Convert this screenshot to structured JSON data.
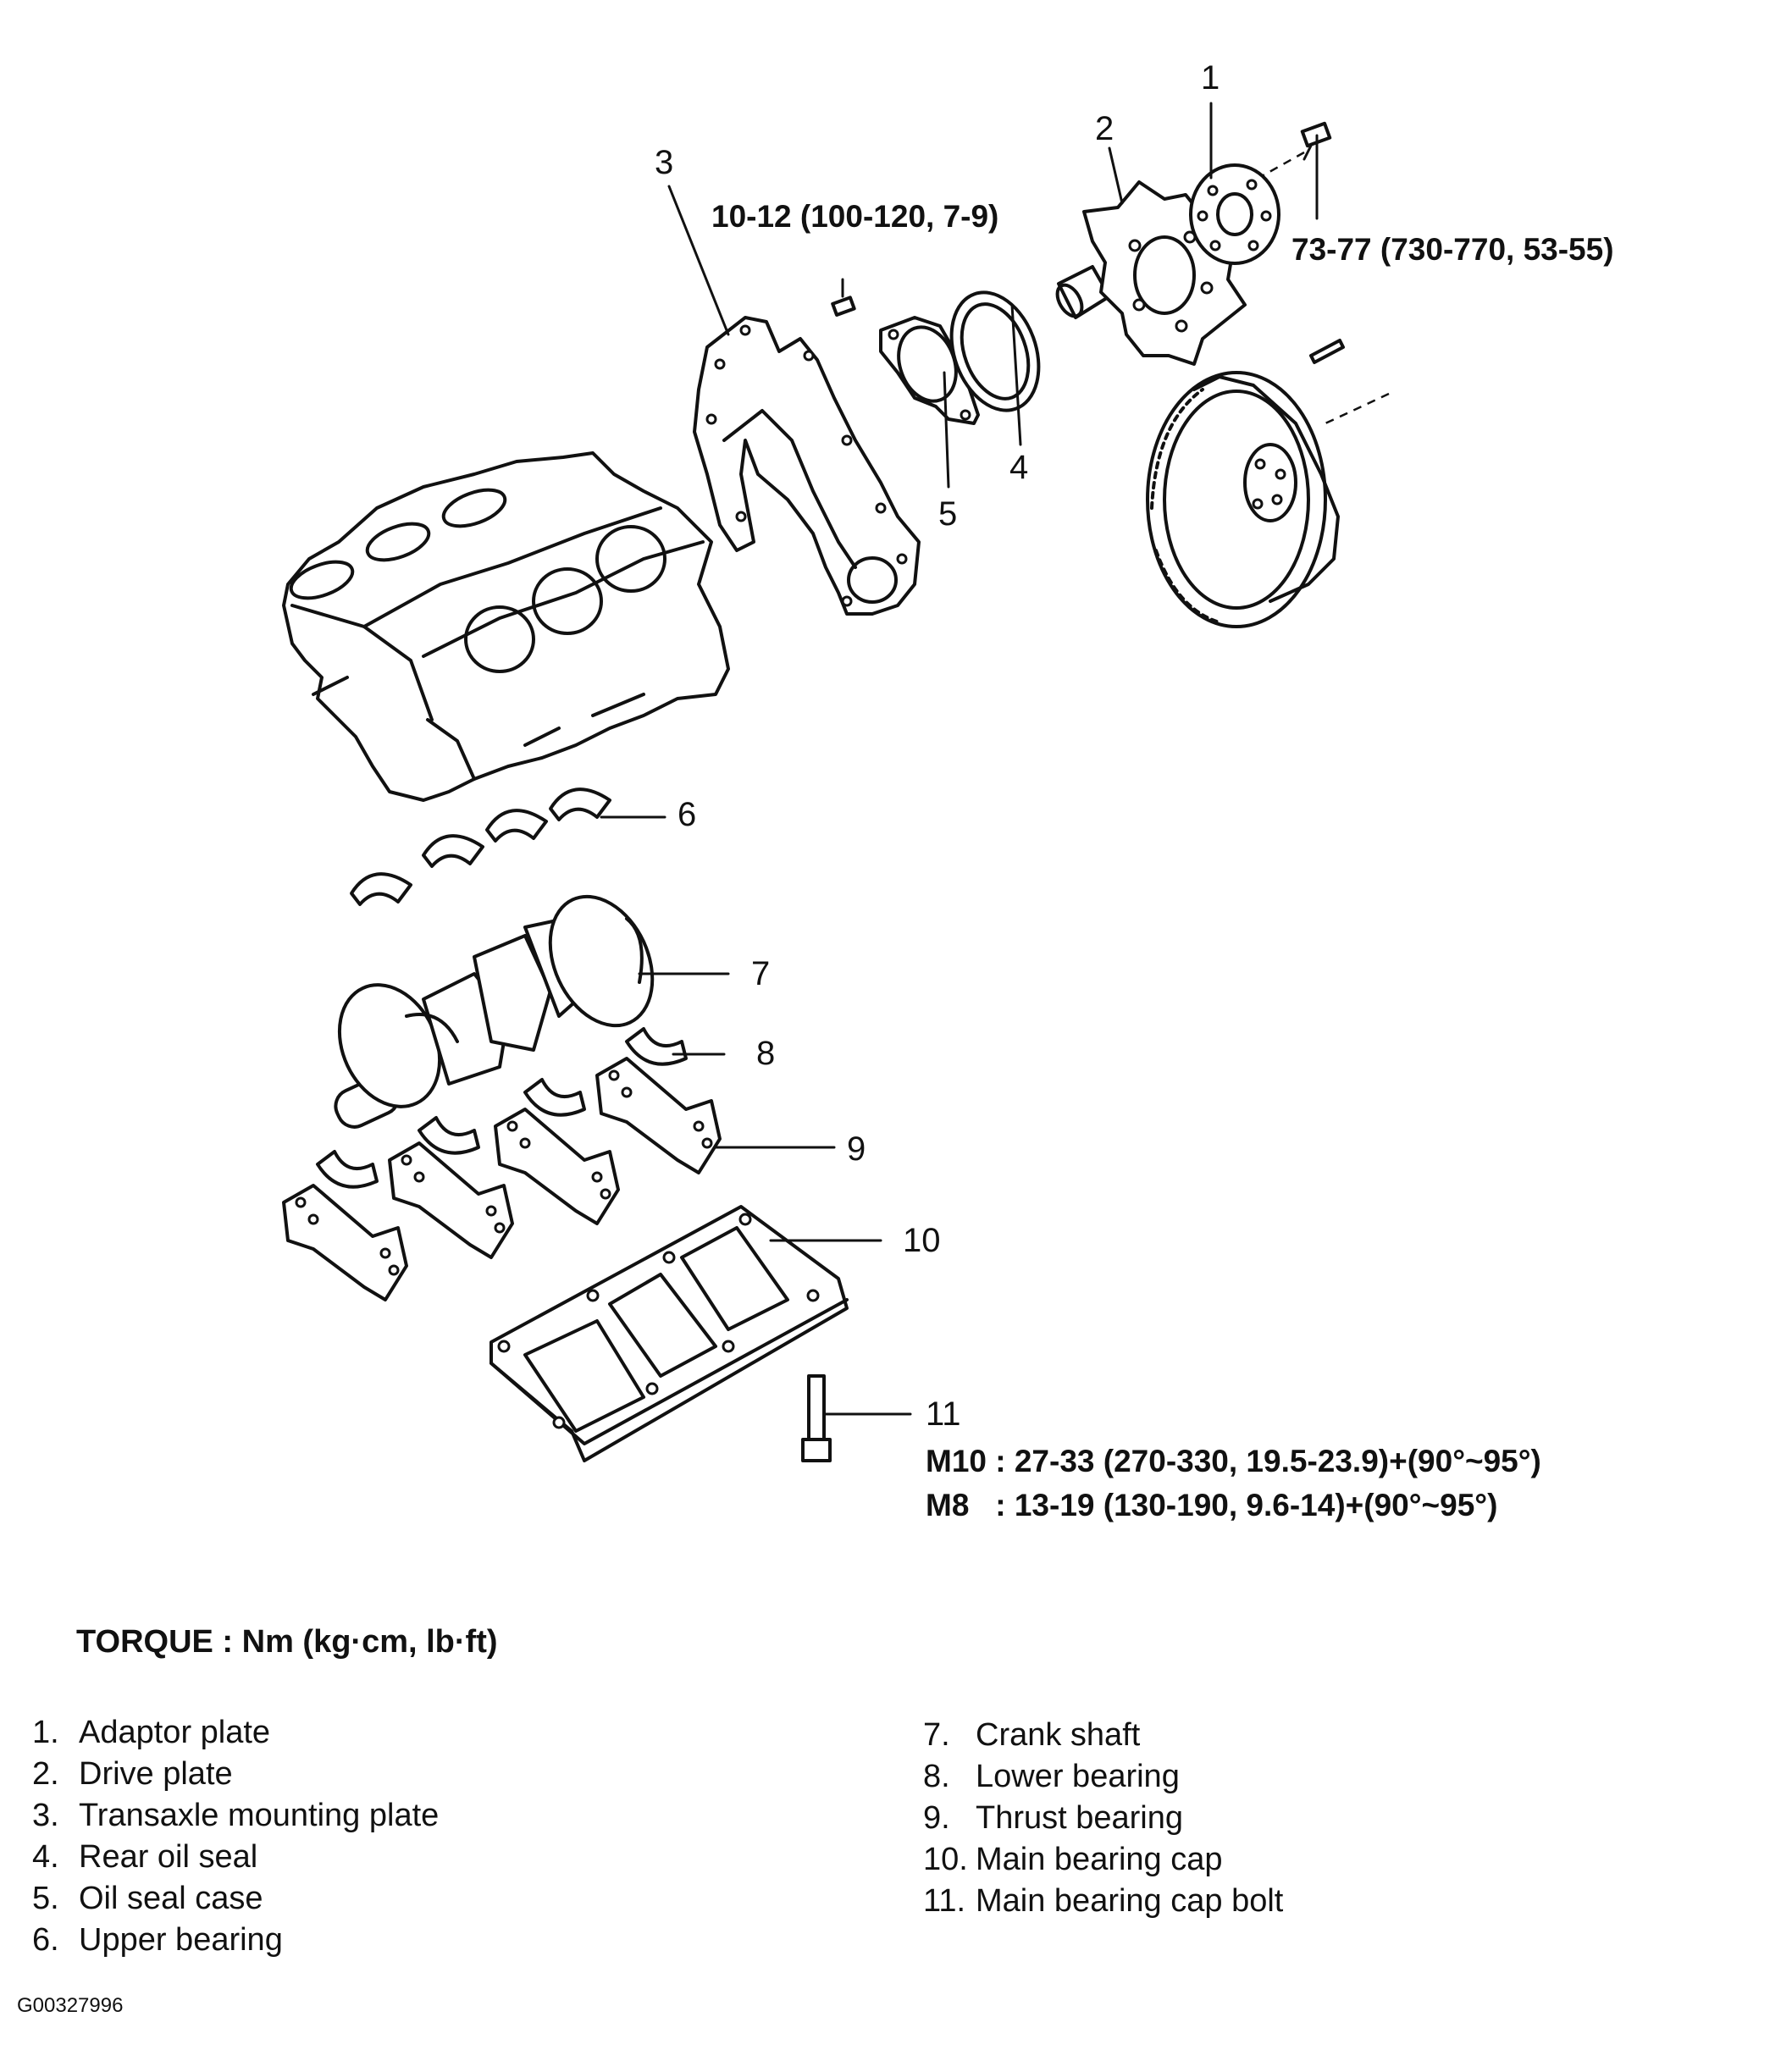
{
  "callouts": {
    "c1": "1",
    "c2": "2",
    "c3": "3",
    "c4": "4",
    "c5": "5",
    "c6": "6",
    "c7": "7",
    "c8": "8",
    "c9": "9",
    "c10": "10",
    "c11": "11"
  },
  "torque_specs": {
    "mounting_bolt": "10-12 (100-120, 7-9)",
    "plate_bolt": "73-77 (730-770, 53-55)",
    "m10": "M10 : 27-33 (270-330, 19.5-23.9)+(90°~95°)",
    "m8": "M8   : 13-19 (130-190, 9.6-14)+(90°~95°)"
  },
  "torque_units": "TORQUE : Nm (kg·cm, lb·ft)",
  "legend": {
    "left": [
      {
        "n": "1.",
        "label": "Adaptor plate"
      },
      {
        "n": "2.",
        "label": "Drive plate"
      },
      {
        "n": "3.",
        "label": "Transaxle mounting plate"
      },
      {
        "n": "4.",
        "label": "Rear oil seal"
      },
      {
        "n": "5.",
        "label": "Oil seal case"
      },
      {
        "n": "6.",
        "label": "Upper bearing"
      }
    ],
    "right": [
      {
        "n": "7.",
        "label": "Crank shaft"
      },
      {
        "n": "8.",
        "label": "Lower bearing"
      },
      {
        "n": "9.",
        "label": "Thrust bearing"
      },
      {
        "n": "10.",
        "label": "Main bearing cap"
      },
      {
        "n": "11.",
        "label": "Main bearing cap bolt"
      }
    ]
  },
  "figure_code": "G00327996"
}
